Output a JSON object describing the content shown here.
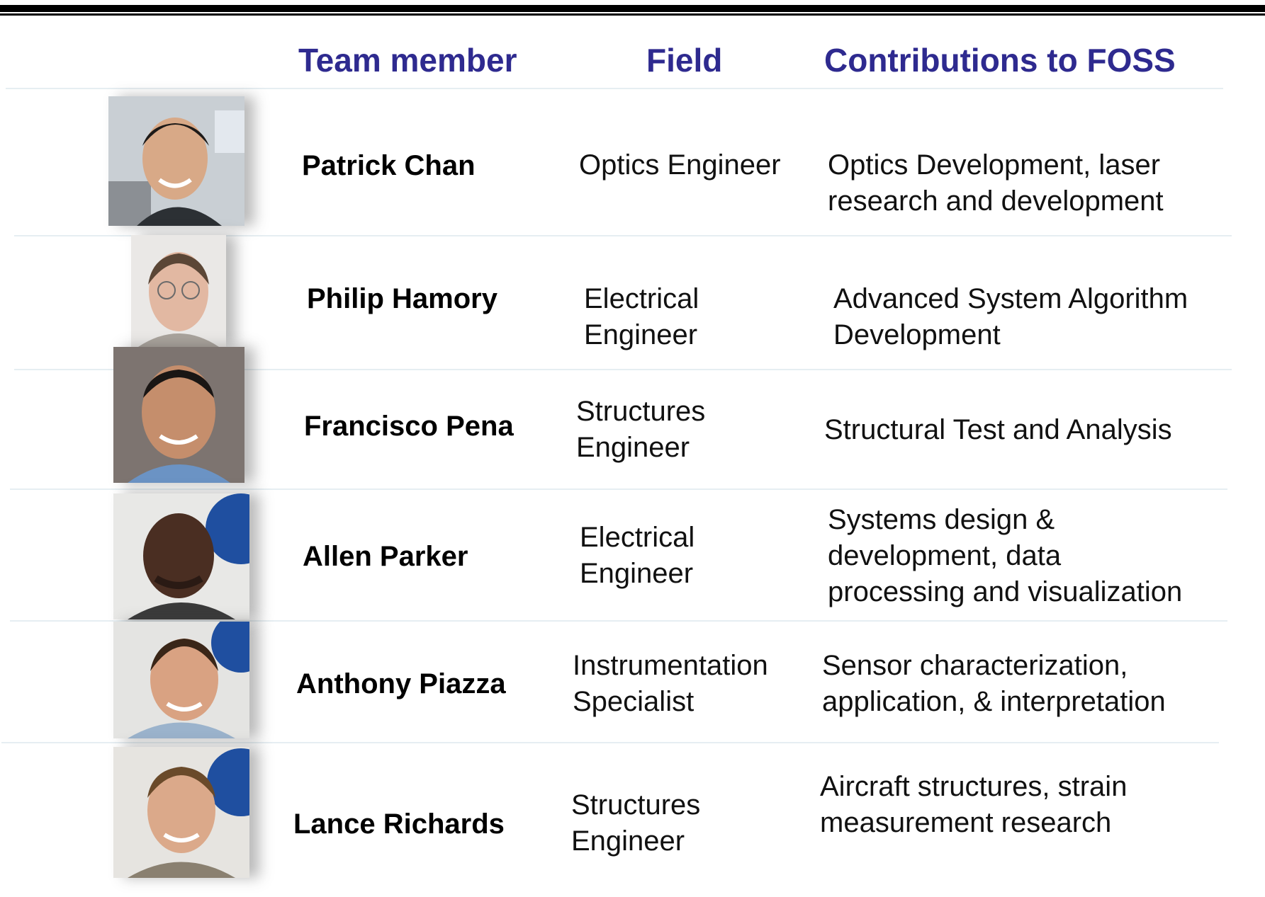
{
  "headers": {
    "member": "Team member",
    "field": "Field",
    "contributions": "Contributions to FOSS"
  },
  "members": [
    {
      "name": "Patrick Chan",
      "field": [
        "Optics Engineer"
      ],
      "contributions": [
        "Optics Development, laser",
        "research and development"
      ]
    },
    {
      "name": "Philip Hamory",
      "field": [
        "Electrical",
        "Engineer"
      ],
      "contributions": [
        "Advanced System Algorithm",
        "Development"
      ]
    },
    {
      "name": "Francisco Pena",
      "field": [
        "Structures",
        "Engineer"
      ],
      "contributions": [
        "Structural Test and Analysis"
      ]
    },
    {
      "name": "Allen Parker",
      "field": [
        "Electrical",
        "Engineer"
      ],
      "contributions": [
        "Systems design &",
        "development, data",
        "processing and visualization"
      ]
    },
    {
      "name": "Anthony Piazza",
      "field": [
        "Instrumentation",
        "Specialist"
      ],
      "contributions": [
        "Sensor characterization,",
        "application, & interpretation"
      ]
    },
    {
      "name": "Lance Richards",
      "field": [
        "Structures",
        "Engineer"
      ],
      "contributions": [
        "Aircraft structures, strain",
        "measurement research"
      ]
    }
  ],
  "colors": {
    "header": "#2e2a8f",
    "divider": "#e6eef2"
  }
}
